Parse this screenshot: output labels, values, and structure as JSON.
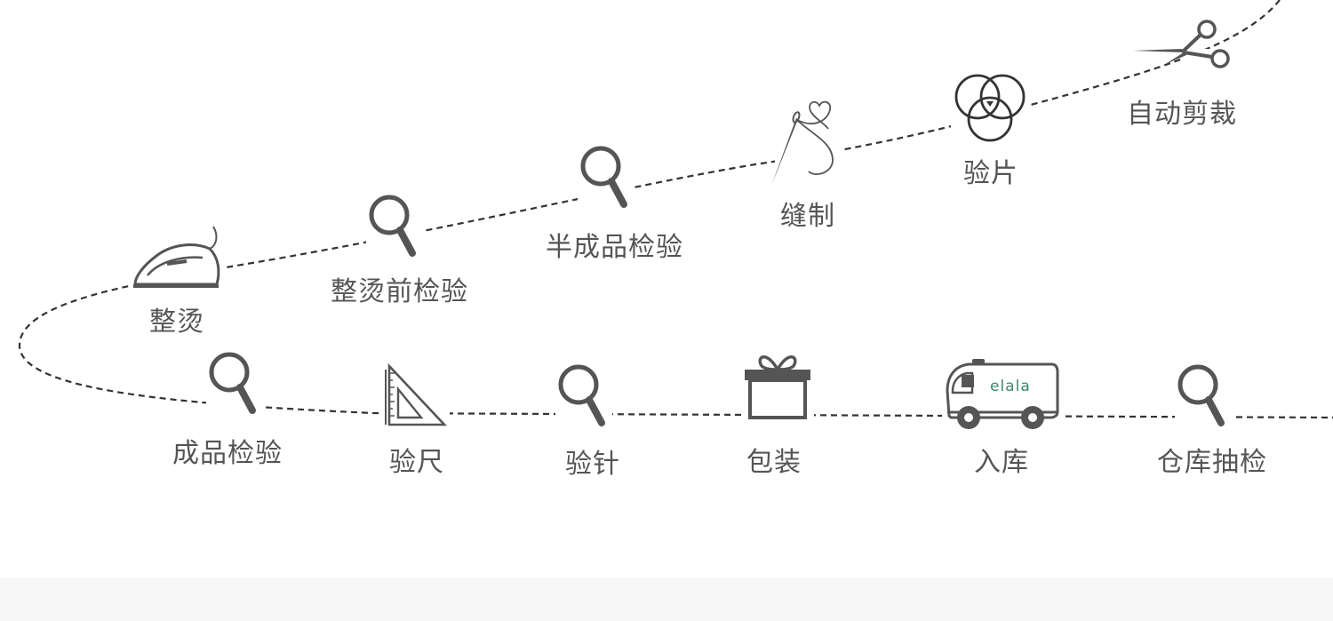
{
  "colors": {
    "icon": "#555555",
    "text": "#555555",
    "path": "#333333",
    "van_logo": "#3b8a6d",
    "footer": "#f6f6f6"
  },
  "stages": [
    {
      "label": "自动剪裁",
      "icon": "scissors-icon"
    },
    {
      "label": "验片",
      "icon": "three-circles-icon"
    },
    {
      "label": "缝制",
      "icon": "needle-thread-icon"
    },
    {
      "label": "半成品检验",
      "icon": "magnifier-icon"
    },
    {
      "label": "整烫前检验",
      "icon": "magnifier-icon"
    },
    {
      "label": "整烫",
      "icon": "iron-icon"
    },
    {
      "label": "成品检验",
      "icon": "magnifier-icon"
    },
    {
      "label": "验尺",
      "icon": "ruler-triangle-icon"
    },
    {
      "label": "验针",
      "icon": "magnifier-icon"
    },
    {
      "label": "包装",
      "icon": "gift-box-icon"
    },
    {
      "label": "入库",
      "icon": "van-icon"
    },
    {
      "label": "仓库抽检",
      "icon": "magnifier-icon"
    }
  ],
  "van_logo_text": "elala"
}
